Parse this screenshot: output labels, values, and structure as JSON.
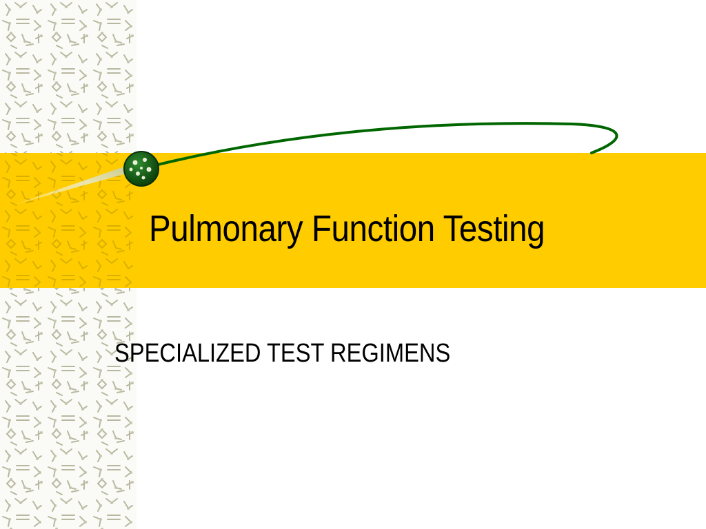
{
  "slide": {
    "title": "Pulmonary Function Testing",
    "subtitle": "SPECIALIZED TEST REGIMENS"
  },
  "colors": {
    "band": "#ffcc00",
    "orbit_line": "#006600",
    "pattern": "#b8b8a0",
    "text": "#000000"
  },
  "icons": {
    "orbit_ball": "green-cell-ball-icon",
    "pattern": "molecule-pattern"
  }
}
